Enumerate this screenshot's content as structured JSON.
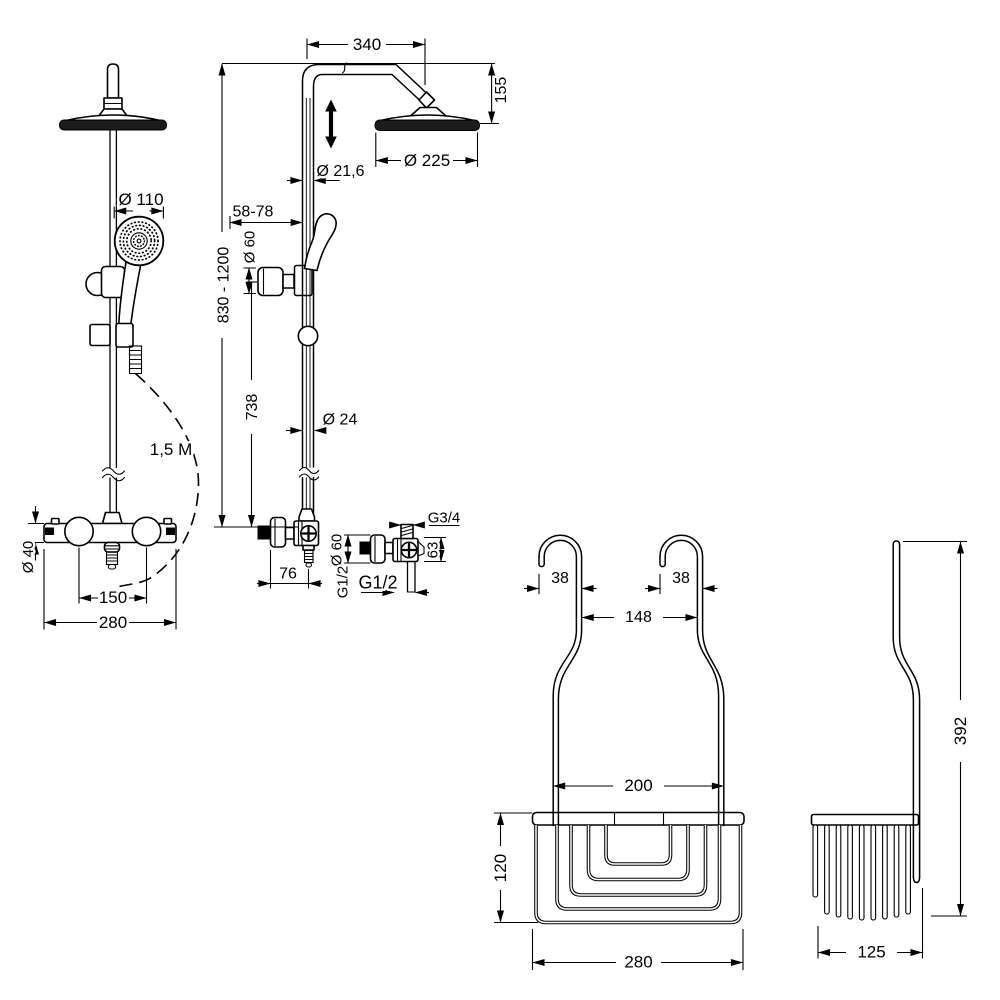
{
  "colors": {
    "background": "#ffffff",
    "line": "#000000",
    "dark_fill": "#1c1c1c"
  },
  "front_view": {
    "hand_shower_diameter": "Ø 110",
    "hose_length": "1,5 M",
    "mixer_diameter": "Ø 40",
    "inlet_spacing": "150",
    "mixer_width": "280"
  },
  "side_view": {
    "arm_reach": "340",
    "head_height": "155",
    "head_diameter": "Ø 225",
    "upper_pipe_diameter": "Ø 21,6",
    "wall_distance": "58-78",
    "bracket_diameter": "Ø 60",
    "column_height": "830 - 1200",
    "bracket_to_valve": "738",
    "lower_pipe_diameter": "Ø 24",
    "valve_depth": "76"
  },
  "valve_detail": {
    "flange_diameter": "Ø 60",
    "inlet_thread": "G1/2",
    "outlet_thread": "G1/2",
    "top_thread": "G3/4",
    "body_height": "63"
  },
  "basket_front_view": {
    "left_hook_width": "38",
    "right_hook_width": "38",
    "hook_spacing": "148",
    "top_width": "200",
    "basket_height": "120",
    "basket_width": "280"
  },
  "basket_side_view": {
    "total_height": "392",
    "basket_depth": "125"
  }
}
